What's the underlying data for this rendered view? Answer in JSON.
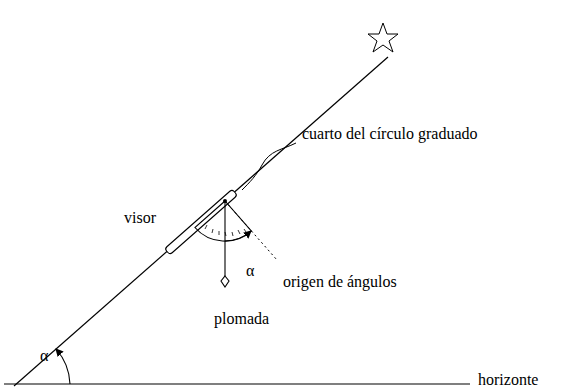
{
  "diagram": {
    "labels": [
      "cuarto del círculo graduado",
      "visor",
      "α",
      "origen de ángulos",
      "plomada",
      "α",
      "horizonte"
    ]
  }
}
